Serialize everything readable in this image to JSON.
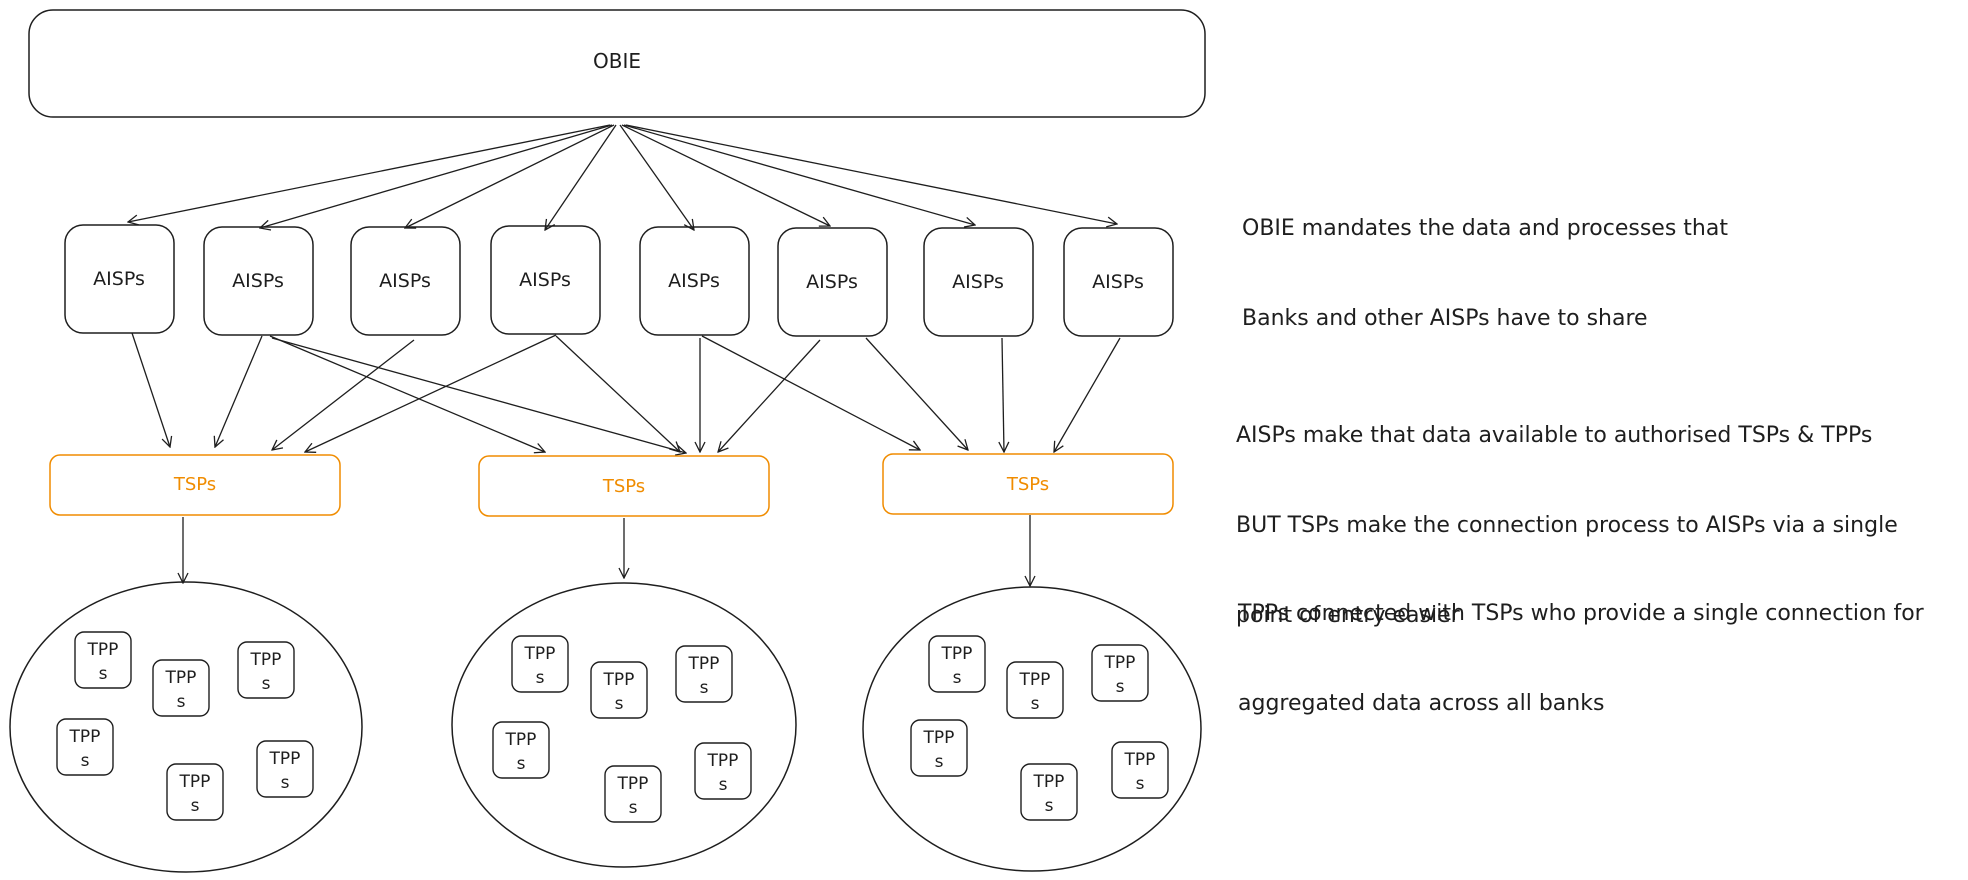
{
  "obie": {
    "label": "OBIE"
  },
  "aisps": {
    "labels": [
      "AISPs",
      "AISPs",
      "AISPs",
      "AISPs",
      "AISPs",
      "AISPs",
      "AISPs",
      "AISPs"
    ]
  },
  "tsps": {
    "labels": [
      "TSPs",
      "TSPs",
      "TSPs"
    ],
    "color": "#f08c00"
  },
  "tpps": {
    "label_line1": "TPP",
    "label_line2": "s",
    "groups": 3,
    "per_group": 6
  },
  "notes": {
    "obie_line1": "OBIE mandates the data and processes that",
    "obie_line2": "Banks and other AISPs have to share",
    "aisps_line1": "AISPs make that data available to authorised TSPs & TPPs",
    "aisps_line2": "BUT TSPs make the connection process to AISPs via a single",
    "aisps_line3": "point of entry easier",
    "tpps_line1": "TPPs connected with TSPs who provide a single connection for",
    "tpps_line2": "aggregated data across all banks"
  },
  "colors": {
    "stroke": "#1e1e1e",
    "accent": "#f08c00",
    "background": "#ffffff"
  }
}
